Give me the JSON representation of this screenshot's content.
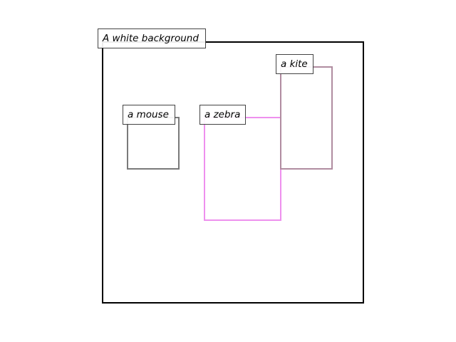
{
  "scene": {
    "background_label": "A white background",
    "frame_color": "#000000",
    "objects": [
      {
        "label": "a mouse",
        "color": "#7a7a7a"
      },
      {
        "label": "a zebra",
        "color": "#ee90ee"
      },
      {
        "label": "a kite",
        "color": "#b08ca0"
      }
    ]
  }
}
